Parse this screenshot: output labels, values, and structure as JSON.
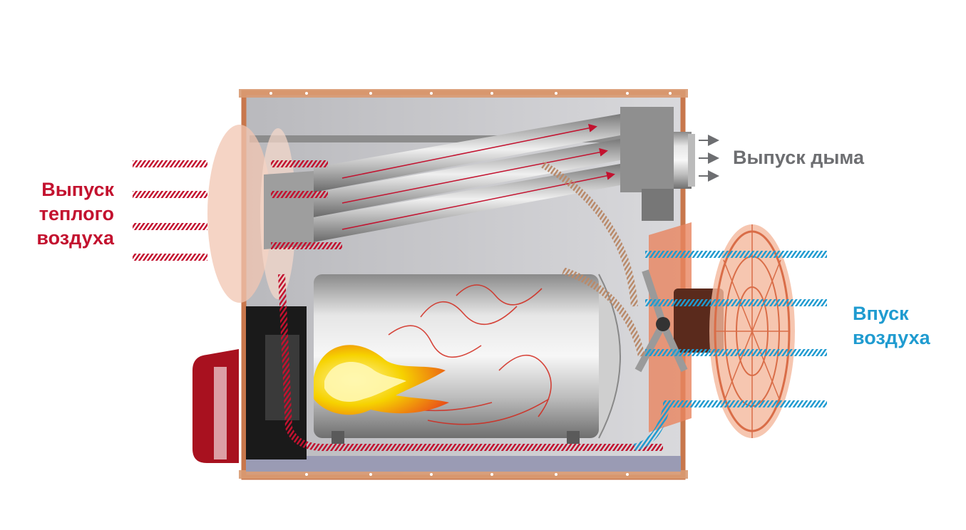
{
  "labels": {
    "warm_air_outlet": "Выпуск теплого воздуха",
    "smoke_outlet": "Выпуск дыма",
    "air_intake": "Впуск воздуха"
  },
  "colors": {
    "warm_air": "#c3122f",
    "cold_air": "#1f9bd0",
    "smoke": "#6d6e71",
    "housing_frame": "#c8774c",
    "flame_core": "#f6d200",
    "flame_outer": "#e8421b",
    "burner_body": "#a8111f"
  },
  "icons": [
    "heater-housing",
    "heat-exchanger-tubes",
    "combustion-chamber",
    "flame-icon",
    "burner-icon",
    "fan-icon",
    "fan-guard-icon",
    "chimney-icon",
    "airflow-arrows"
  ]
}
